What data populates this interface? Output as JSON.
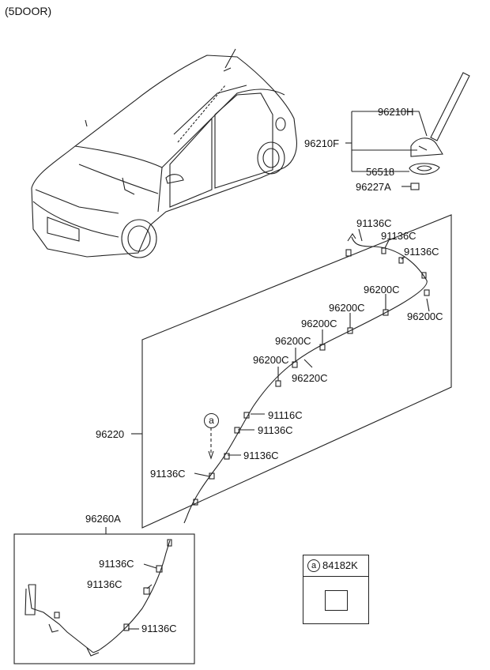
{
  "header": {
    "title": "(5DOOR)"
  },
  "antenna_parts": {
    "assembly": "96210F",
    "cap": "96210H",
    "gasket": "56518",
    "nut": "96227A"
  },
  "roof_harness": {
    "assembly": "96220",
    "clip_labels": [
      "91136C",
      "91136C",
      "91136C",
      "91116C",
      "91136C",
      "91136C",
      "91136C"
    ],
    "clip_labels_right": [
      "96200C",
      "96200C",
      "96200C",
      "96200C",
      "96200C",
      "96200C"
    ],
    "sub_part": "96220C",
    "callout": "a"
  },
  "lower_harness": {
    "assembly": "96260A",
    "clip_labels": [
      "91136C",
      "91136C",
      "91136C"
    ]
  },
  "legend": {
    "marker": "a",
    "part": "84182K"
  }
}
